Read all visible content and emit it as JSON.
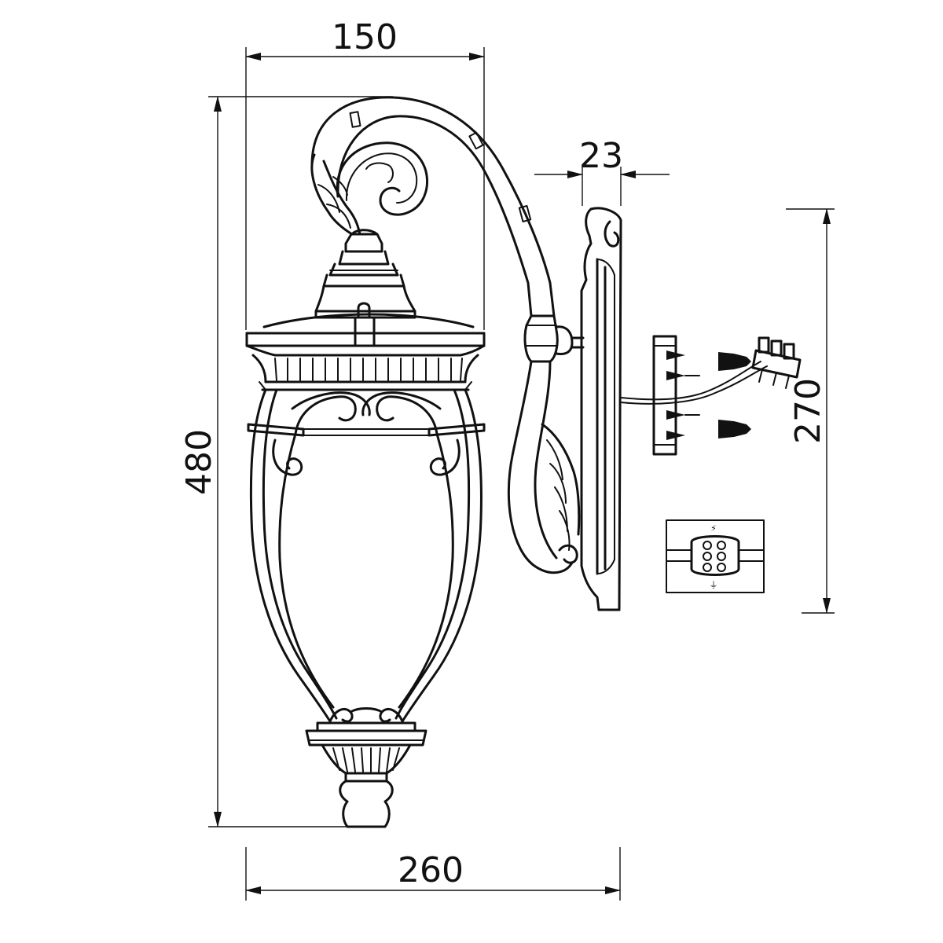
{
  "dimensions": {
    "top_width": "150",
    "depth": "23",
    "height": "480",
    "mount_height": "270",
    "total_width": "260"
  },
  "wiring_inset": {
    "top_symbol": "⚡",
    "bottom_symbol": "⏚"
  }
}
